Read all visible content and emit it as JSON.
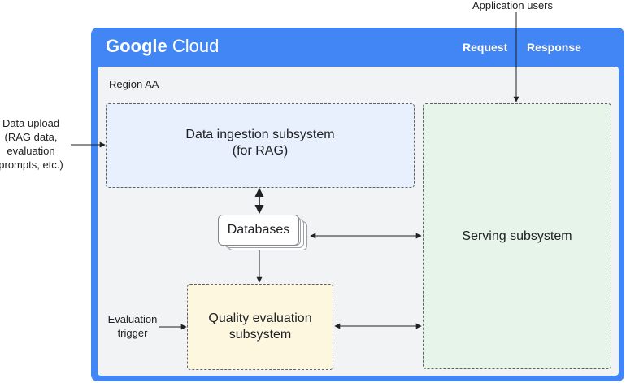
{
  "external": {
    "application_users": "Application users",
    "data_upload": [
      "Data upload",
      "(RAG data,",
      "evaluation",
      "prompts, etc.)"
    ],
    "evaluation_trigger": [
      "Evaluation",
      "trigger"
    ]
  },
  "cloud": {
    "logo_google": "Google",
    "logo_cloud": "Cloud",
    "request_label": "Request",
    "response_label": "Response",
    "region_label": "Region AA"
  },
  "subsystems": {
    "ingestion": [
      "Data ingestion subsystem",
      "(for RAG)"
    ],
    "serving": "Serving subsystem",
    "databases": "Databases",
    "quality": [
      "Quality evaluation",
      "subsystem"
    ]
  },
  "colors": {
    "cloud_blue": "#4285f4",
    "region_gray": "#f1f3f4",
    "ingestion_fill": "#e8f0fe",
    "serving_fill": "#e6f4ea",
    "quality_fill": "#fef7e0"
  }
}
